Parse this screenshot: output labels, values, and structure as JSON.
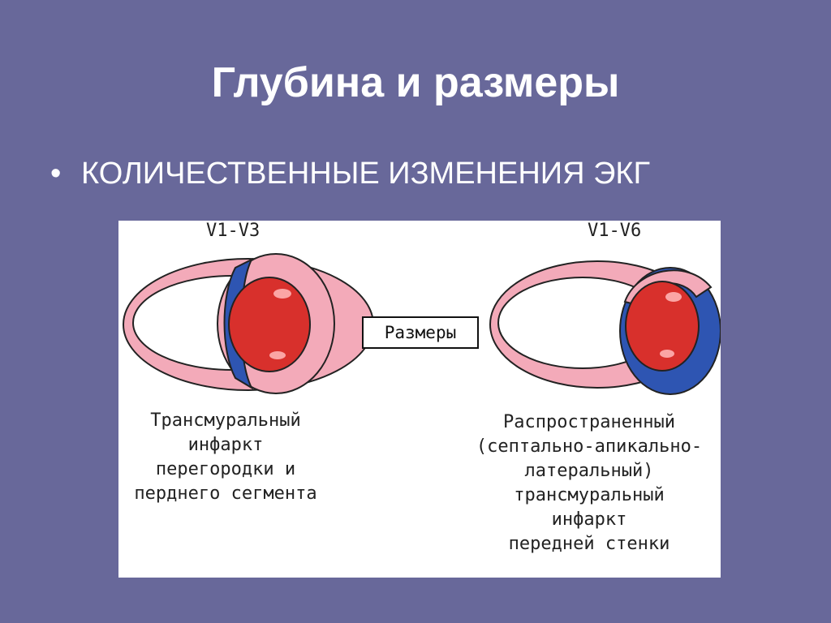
{
  "slide": {
    "title": "Глубина и размеры",
    "bullet": "КОЛИЧЕСТВЕННЫЕ ИЗМЕНЕНИЯ ЭКГ"
  },
  "figure": {
    "center_label": "Размеры",
    "left": {
      "lead_label": "V1-V3",
      "caption_lines": [
        "Трансмуральный",
        "инфаркт",
        "перегородки и",
        "перднего сегмента"
      ]
    },
    "right": {
      "lead_label": "V1-V6",
      "caption_lines": [
        "Распространенный",
        "(септально-апикально-",
        "латеральный)",
        "трансмуральный",
        "инфаркт",
        "передней стенки"
      ]
    }
  },
  "colors": {
    "background": "#68689a",
    "myocardium_pink": "#f3aab9",
    "infarct_blue": "#2e55b2",
    "cavity_red": "#d8302c",
    "outline": "#222222"
  }
}
